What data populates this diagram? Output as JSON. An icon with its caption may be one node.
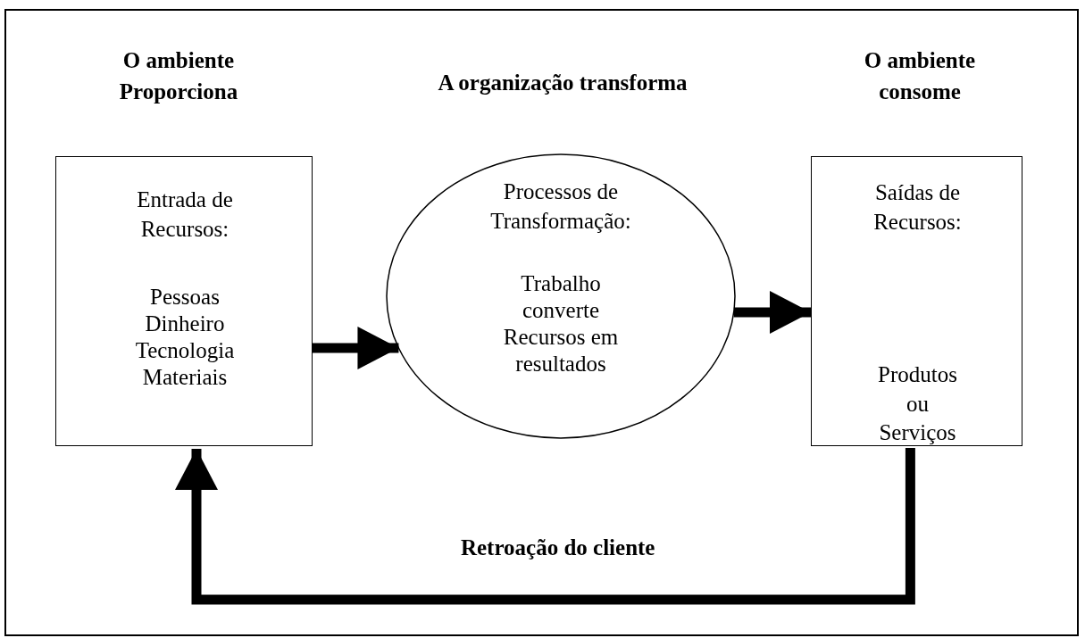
{
  "diagram": {
    "nodes": [
      {
        "text": [
          "Entrada de Recursos:",
          "Pessoas Dinheiro Tecnologia Materiais"
        ]
      },
      {
        "text": [
          "Processos de Transformação:",
          "Trabalho converte Recursos em resultados"
        ]
      },
      {
        "text": [
          "Saídas de Recursos:",
          "Produtos ou Serviços"
        ]
      }
    ],
    "edges": [
      {
        "from": 0,
        "to": 1,
        "arrow": "to"
      },
      {
        "from": 1,
        "to": 2,
        "arrow": "to"
      },
      {
        "from": 2,
        "to": 0,
        "arrow": "to",
        "label": "Retroação do cliente"
      }
    ],
    "labels": [
      "O ambiente Proporciona",
      "A organização transforma",
      "O ambiente consome"
    ]
  }
}
